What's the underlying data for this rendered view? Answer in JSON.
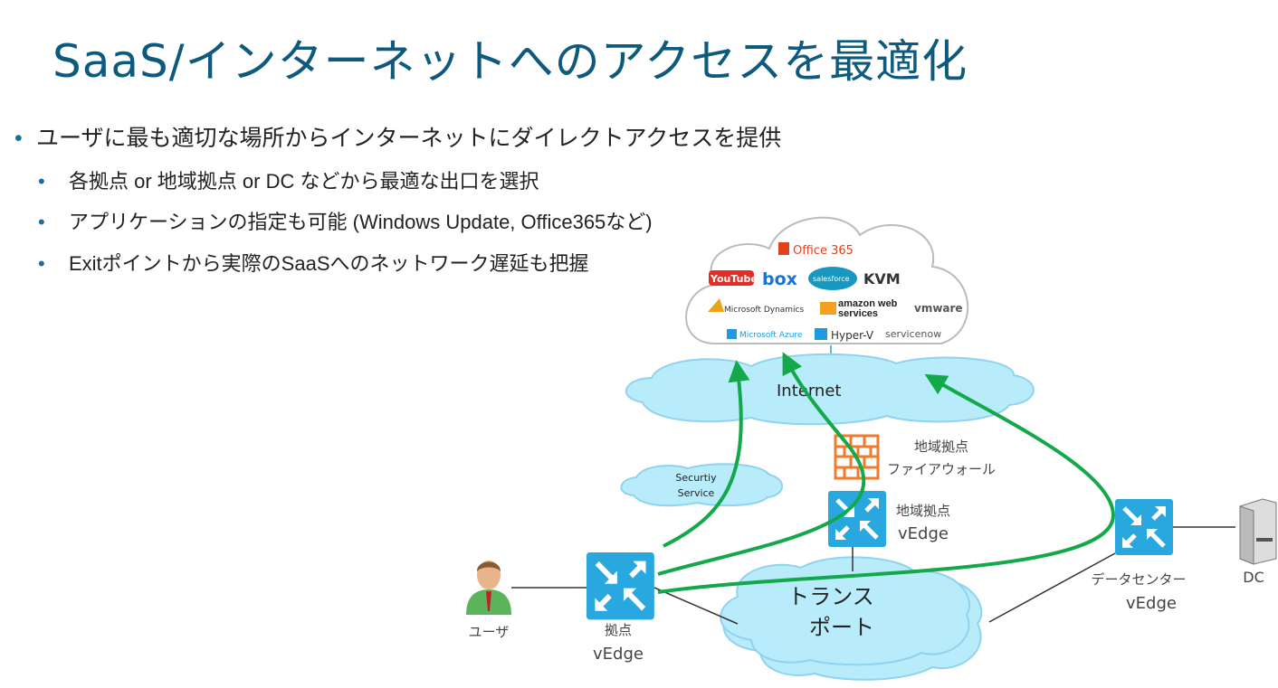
{
  "title": "SaaS/インターネットへのアクセスを最適化",
  "bullets": [
    {
      "text": "ユーザに最も適切な場所からインターネットにダイレクトアクセスを提供",
      "children": [
        "各拠点 or 地域拠点 or DC などから最適な出口を選択",
        "アプリケーションの指定も可能 (Windows Update, Office365など)",
        "Exitポイントから実際のSaaSへのネットワーク遅延も把握"
      ]
    }
  ],
  "diagram": {
    "saas_logos": [
      "Office 365",
      "YouTube",
      "box",
      "salesforce",
      "KVM",
      "Microsoft Dynamics",
      "amazon web services",
      "vmware",
      "Microsoft Azure",
      "Hyper-V",
      "servicenow"
    ],
    "internet": "Internet",
    "security": [
      "Securtiy",
      "Service"
    ],
    "firewall": [
      "地域拠点",
      "ファイアウォール"
    ],
    "regional_vedge": [
      "地域拠点",
      "vEdge"
    ],
    "branch_vedge": [
      "拠点",
      "vEdge"
    ],
    "dc_vedge": [
      "データセンター",
      "vEdge"
    ],
    "dc": "DC",
    "user": "ユーザ",
    "transport": [
      "トランス",
      "ポート"
    ],
    "colors": {
      "title": "#0e5a7e",
      "router": "#29a8e0",
      "firewall": "#f07b2b",
      "path": "#13a84a",
      "cloud": "#b9ecfb"
    }
  }
}
